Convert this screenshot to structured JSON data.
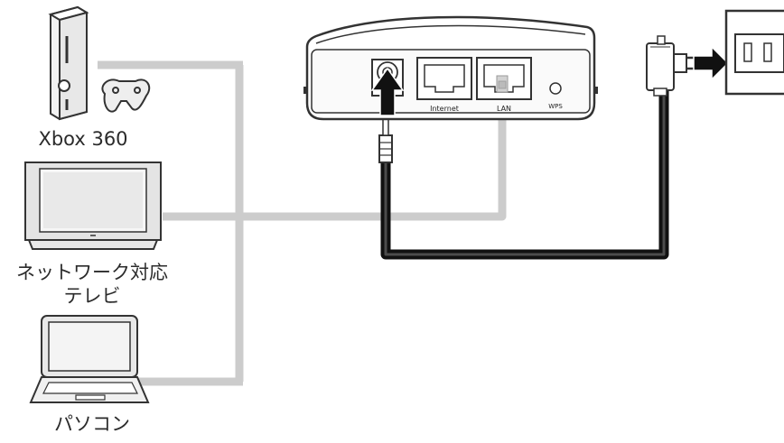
{
  "devices": {
    "xbox": {
      "label": "Xbox 360"
    },
    "tv": {
      "line1": "ネットワーク対応",
      "line2": "テレビ"
    },
    "pc": {
      "label": "パソコン"
    }
  },
  "router": {
    "ports": {
      "internet": "Internet",
      "lan": "LAN",
      "wps": "WPS"
    }
  },
  "colors": {
    "ethernet_cable": "#cccccc",
    "power_cable": "#1a1a1a",
    "outline": "#333333"
  },
  "icons": [
    "game-console-icon",
    "game-controller-icon",
    "tv-icon",
    "laptop-icon",
    "router-icon",
    "power-adapter-icon",
    "wall-outlet-icon",
    "arrow-icon"
  ]
}
